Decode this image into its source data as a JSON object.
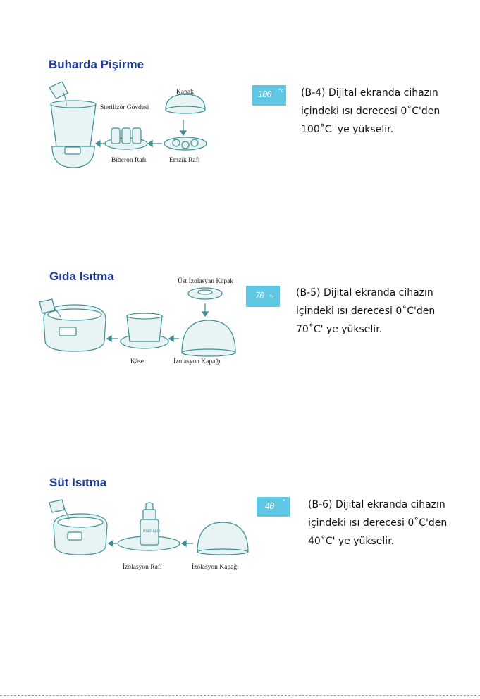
{
  "sections": [
    {
      "title": "Buharda Pişirme",
      "labels": {
        "body": "Sterilizör Gövdesi",
        "lid": "Kapak",
        "bottle_rack": "Biberon Rafı",
        "pacifier_rack": "Emzik Rafı"
      },
      "lcd": {
        "value": "100",
        "unit": "°c"
      },
      "desc": [
        "(B-4)     Dijital ekranda cihazın",
        "içindeki ısı derecesi 0˚C'den",
        "100˚C' ye yükselir."
      ]
    },
    {
      "title": "Gıda Isıtma",
      "labels": {
        "top_lid": "Üst İzolasyan Kapak",
        "bowl": "Kâse",
        "iso_lid": "İzolasyon Kapağı"
      },
      "lcd": {
        "value": "70",
        "unit": "°c"
      },
      "desc": [
        "(B-5)     Dijital ekranda cihazın",
        "içindeki ısı derecesi 0˚C'den",
        "70˚C' ye yükselir."
      ]
    },
    {
      "title": "Süt Isıtma",
      "labels": {
        "iso_rack": "İzolasyon Rafı",
        "iso_lid": "İzolasyon Kapağı",
        "bottle_brand": "mamajoe"
      },
      "lcd": {
        "value": "40",
        "unit": "°"
      },
      "desc": [
        "(B-6)     Dijital ekranda cihazın",
        "içindeki ısı derecesi 0˚C'den",
        "40˚C' ye yükselir."
      ]
    }
  ],
  "colors": {
    "title": "#1f3a93",
    "line": "#3f8f95",
    "fill": "#e7f4f3",
    "lcd": "#5fc6e3"
  }
}
